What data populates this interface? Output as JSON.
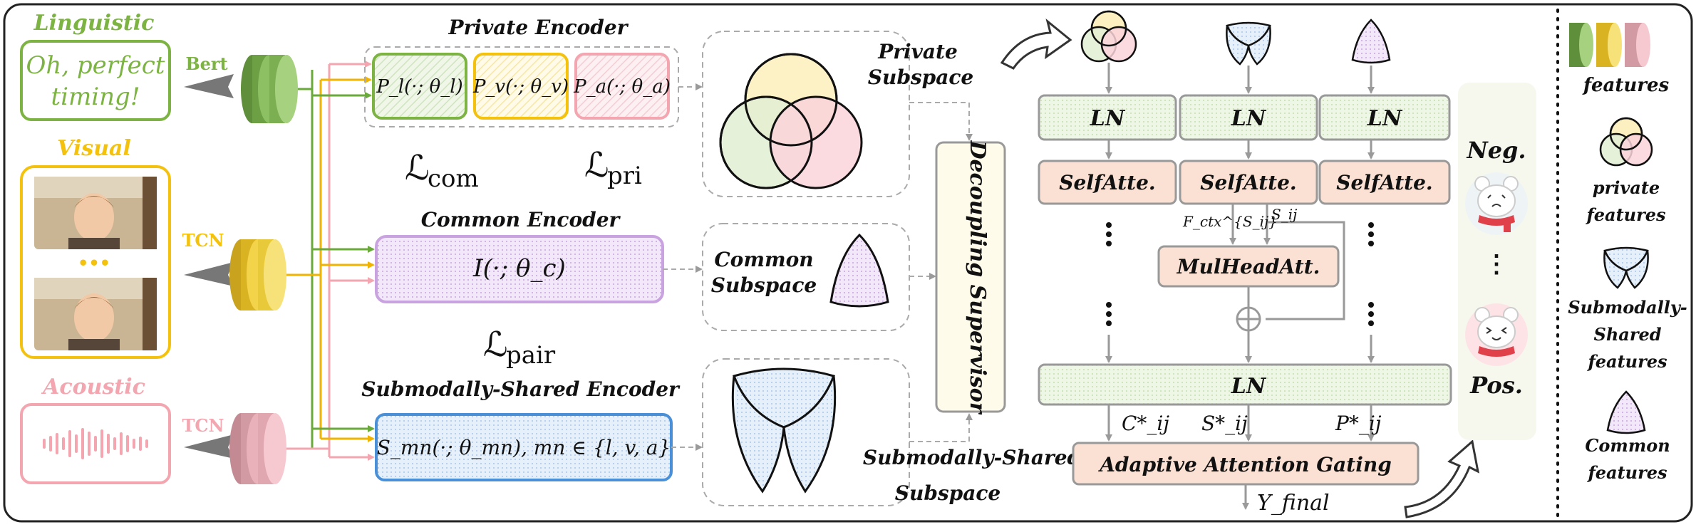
{
  "inputs": {
    "linguistic": {
      "title": "Linguistic",
      "text_line1": "Oh, perfect",
      "text_line2": "timing!",
      "extractor": "Bert"
    },
    "visual": {
      "title": "Visual",
      "ellipsis": "•••",
      "extractor": "TCN"
    },
    "acoustic": {
      "title": "Acoustic",
      "extractor": "TCN"
    }
  },
  "encoders": {
    "private": {
      "title": "Private Encoder",
      "pl": "P_l(·; θ_l)",
      "pv": "P_v(·; θ_v)",
      "pa": "P_a(·; θ_a)"
    },
    "common": {
      "title": "Common Encoder",
      "formula": "I(·; θ_c)"
    },
    "shared": {
      "title": "Submodally-Shared Encoder",
      "formula": "S_mn(·; θ_mn), mn ∈ {l, v, a}"
    }
  },
  "losses": {
    "com": "com",
    "pri": "pri",
    "pair": "pair",
    "symbol": "ℒ"
  },
  "subspaces": {
    "private": {
      "line1": "Private",
      "line2": "Subspace"
    },
    "common": {
      "line1": "Common",
      "line2": "Subspace"
    },
    "shared": {
      "line1": "Submodally-Shared",
      "line2": "Subspace"
    }
  },
  "supervisor": {
    "label": "Decoupling Supervisor"
  },
  "fusion": {
    "ln": "LN",
    "selfatt": "SelfAtte.",
    "mulhead": "MulHeadAtt.",
    "ln_merge": "LN",
    "gating": "Adaptive Attention Gating",
    "ctx_label": "F_ctx^{S_ij}",
    "sij_label": "S_ij",
    "c_star": "C*_ij",
    "s_star": "S*_ij",
    "p_star": "P*_ij",
    "output": "Y_final"
  },
  "sentiment": {
    "neg": "Neg.",
    "pos": "Pos.",
    "dots": "⋮"
  },
  "legend": {
    "features": "features",
    "private_l1": "private",
    "private_l2": "features",
    "shared_l1": "Submodally-",
    "shared_l2": "Shared",
    "shared_l3": "features",
    "common_l1": "Common",
    "common_l2": "features"
  },
  "colors": {
    "linguistic": "#7cb342",
    "visual": "#f4c20d",
    "acoustic": "#f4a6b0",
    "common": "#c9a3e0",
    "shared": "#4a90d9",
    "ln_fill": "#e6f2de",
    "att_fill": "#fbe1d4"
  }
}
